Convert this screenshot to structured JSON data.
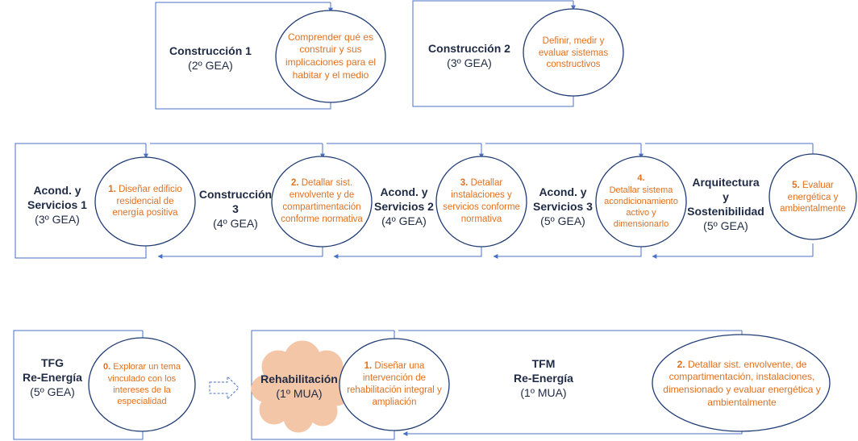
{
  "row1": {
    "c1": {
      "title": "Construcción 1",
      "sub": "(2º GEA)",
      "goal": "Comprender qué es construir y sus implicaciones para el habitar y el medio"
    },
    "c2": {
      "title": "Construcción 2",
      "sub": "(3º GEA)",
      "goal": "Definir, medir y evaluar sistemas constructivos"
    }
  },
  "row2": {
    "acond1": {
      "title_a": "Acond. y",
      "title_b": "Servicios 1",
      "sub": "(3º GEA)",
      "num": "1.",
      "goal": "Diseñar edificio residencial de energía positiva"
    },
    "c3": {
      "title_a": "Construcción",
      "title_b": "3",
      "sub": "(4º GEA)",
      "num": "2.",
      "goal": "Detallar sist. envolvente y de compartimentación conforme normativa"
    },
    "acond2": {
      "title_a": "Acond.  y",
      "title_b": "Servicios 2",
      "sub": "(4º GEA)",
      "num": "3.",
      "goal": "Detallar instalaciones y servicios conforme normativa"
    },
    "acond3": {
      "title_a": "Acond.  y",
      "title_b": "Servicios 3",
      "sub": "(5º GEA)",
      "num": "4.",
      "goal": "Detallar sistema acondicionamiento activo y dimensionarlo"
    },
    "arq": {
      "title_a": "Arquitectura",
      "title_b": "y",
      "title_c": "Sostenibilidad",
      "sub": "(5º GEA)",
      "num": "5.",
      "goal": "Evaluar energética y ambientalmente"
    }
  },
  "row3": {
    "tfg": {
      "title_a": "TFG",
      "title_b": "Re-Energía",
      "sub": "(5º GEA)",
      "num": "0.",
      "goal": "Explorar un tema vinculado con los intereses de la especialidad"
    },
    "rehab": {
      "title": "Rehabilitación",
      "sub": "(1º MUA)"
    },
    "tfm": {
      "title_a": "TFM",
      "title_b": "Re-Energía",
      "sub": "(1º MUA)",
      "num1": "1.",
      "goal1": "Diseñar una intervención de rehabilitación integral y ampliación",
      "num2": "2.",
      "goal2": "Detallar sist. envolvente, de compartimentación, instalaciones, dimensionado y evaluar energética y ambientalmente"
    }
  },
  "colors": {
    "line": "#4a72c4",
    "ellipse_fill": "#ffffff",
    "ellipse_stroke": "#1f3b73",
    "text_goal": "#e2701e",
    "cloud": "#f4c6a8",
    "title_text": "#1f2a44"
  }
}
